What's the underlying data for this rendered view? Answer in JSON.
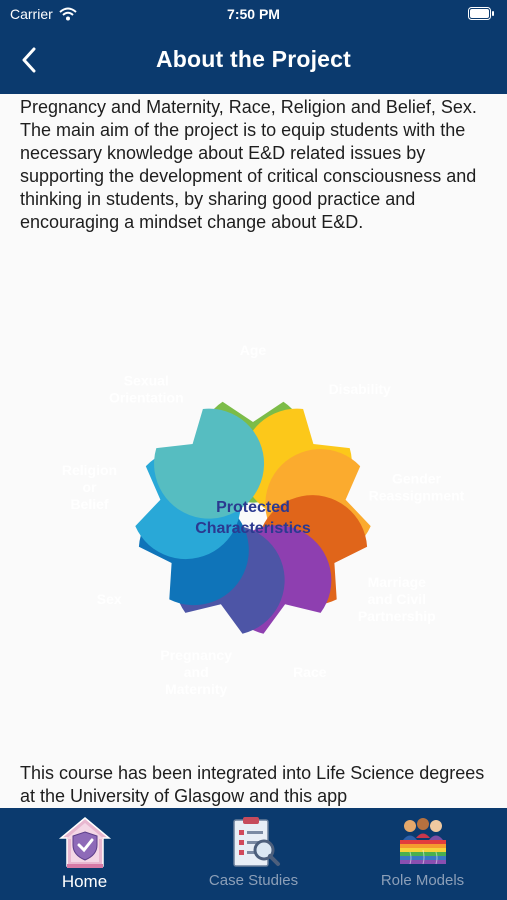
{
  "status": {
    "carrier": "Carrier",
    "time": "7:50 PM"
  },
  "nav": {
    "title": "About the Project"
  },
  "content": {
    "paragraph_top": "Pregnancy and Maternity, Race, Religion and Belief, Sex. The main aim of the project is to equip students with the necessary knowledge about E&D related issues by supporting the development of critical consciousness and thinking in students, by sharing good practice and encouraging a mindset change about E&D.",
    "paragraph_bottom": "This course has been integrated into Life Science degrees at the University of Glasgow and this app"
  },
  "diagram": {
    "center_line1": "Protected",
    "center_line2": "Characteristics",
    "petals": [
      {
        "lines": [
          "Age"
        ],
        "color": "#7cbc48"
      },
      {
        "lines": [
          "Disability"
        ],
        "color": "#fcc81a"
      },
      {
        "lines": [
          "Gender",
          "Reassignment"
        ],
        "color": "#fbab2e"
      },
      {
        "lines": [
          "Marriage",
          "and Civil",
          "Partnership"
        ],
        "color": "#e0651a"
      },
      {
        "lines": [
          "Race"
        ],
        "color": "#8e3fb0"
      },
      {
        "lines": [
          "Pregnancy",
          "and",
          "Maternity"
        ],
        "color": "#4d55a6"
      },
      {
        "lines": [
          "Sex"
        ],
        "color": "#0f74b9"
      },
      {
        "lines": [
          "Religion",
          "or",
          "Belief"
        ],
        "color": "#29a8d7"
      },
      {
        "lines": [
          "Sexual",
          "Orientation"
        ],
        "color": "#56bdc1"
      }
    ]
  },
  "tabs": [
    {
      "label": "Home",
      "active": true
    },
    {
      "label": "Case Studies",
      "active": false
    },
    {
      "label": "Role Models",
      "active": false
    }
  ],
  "colors": {
    "navy": "#0b3a6e",
    "center_text": "#2b3990"
  }
}
